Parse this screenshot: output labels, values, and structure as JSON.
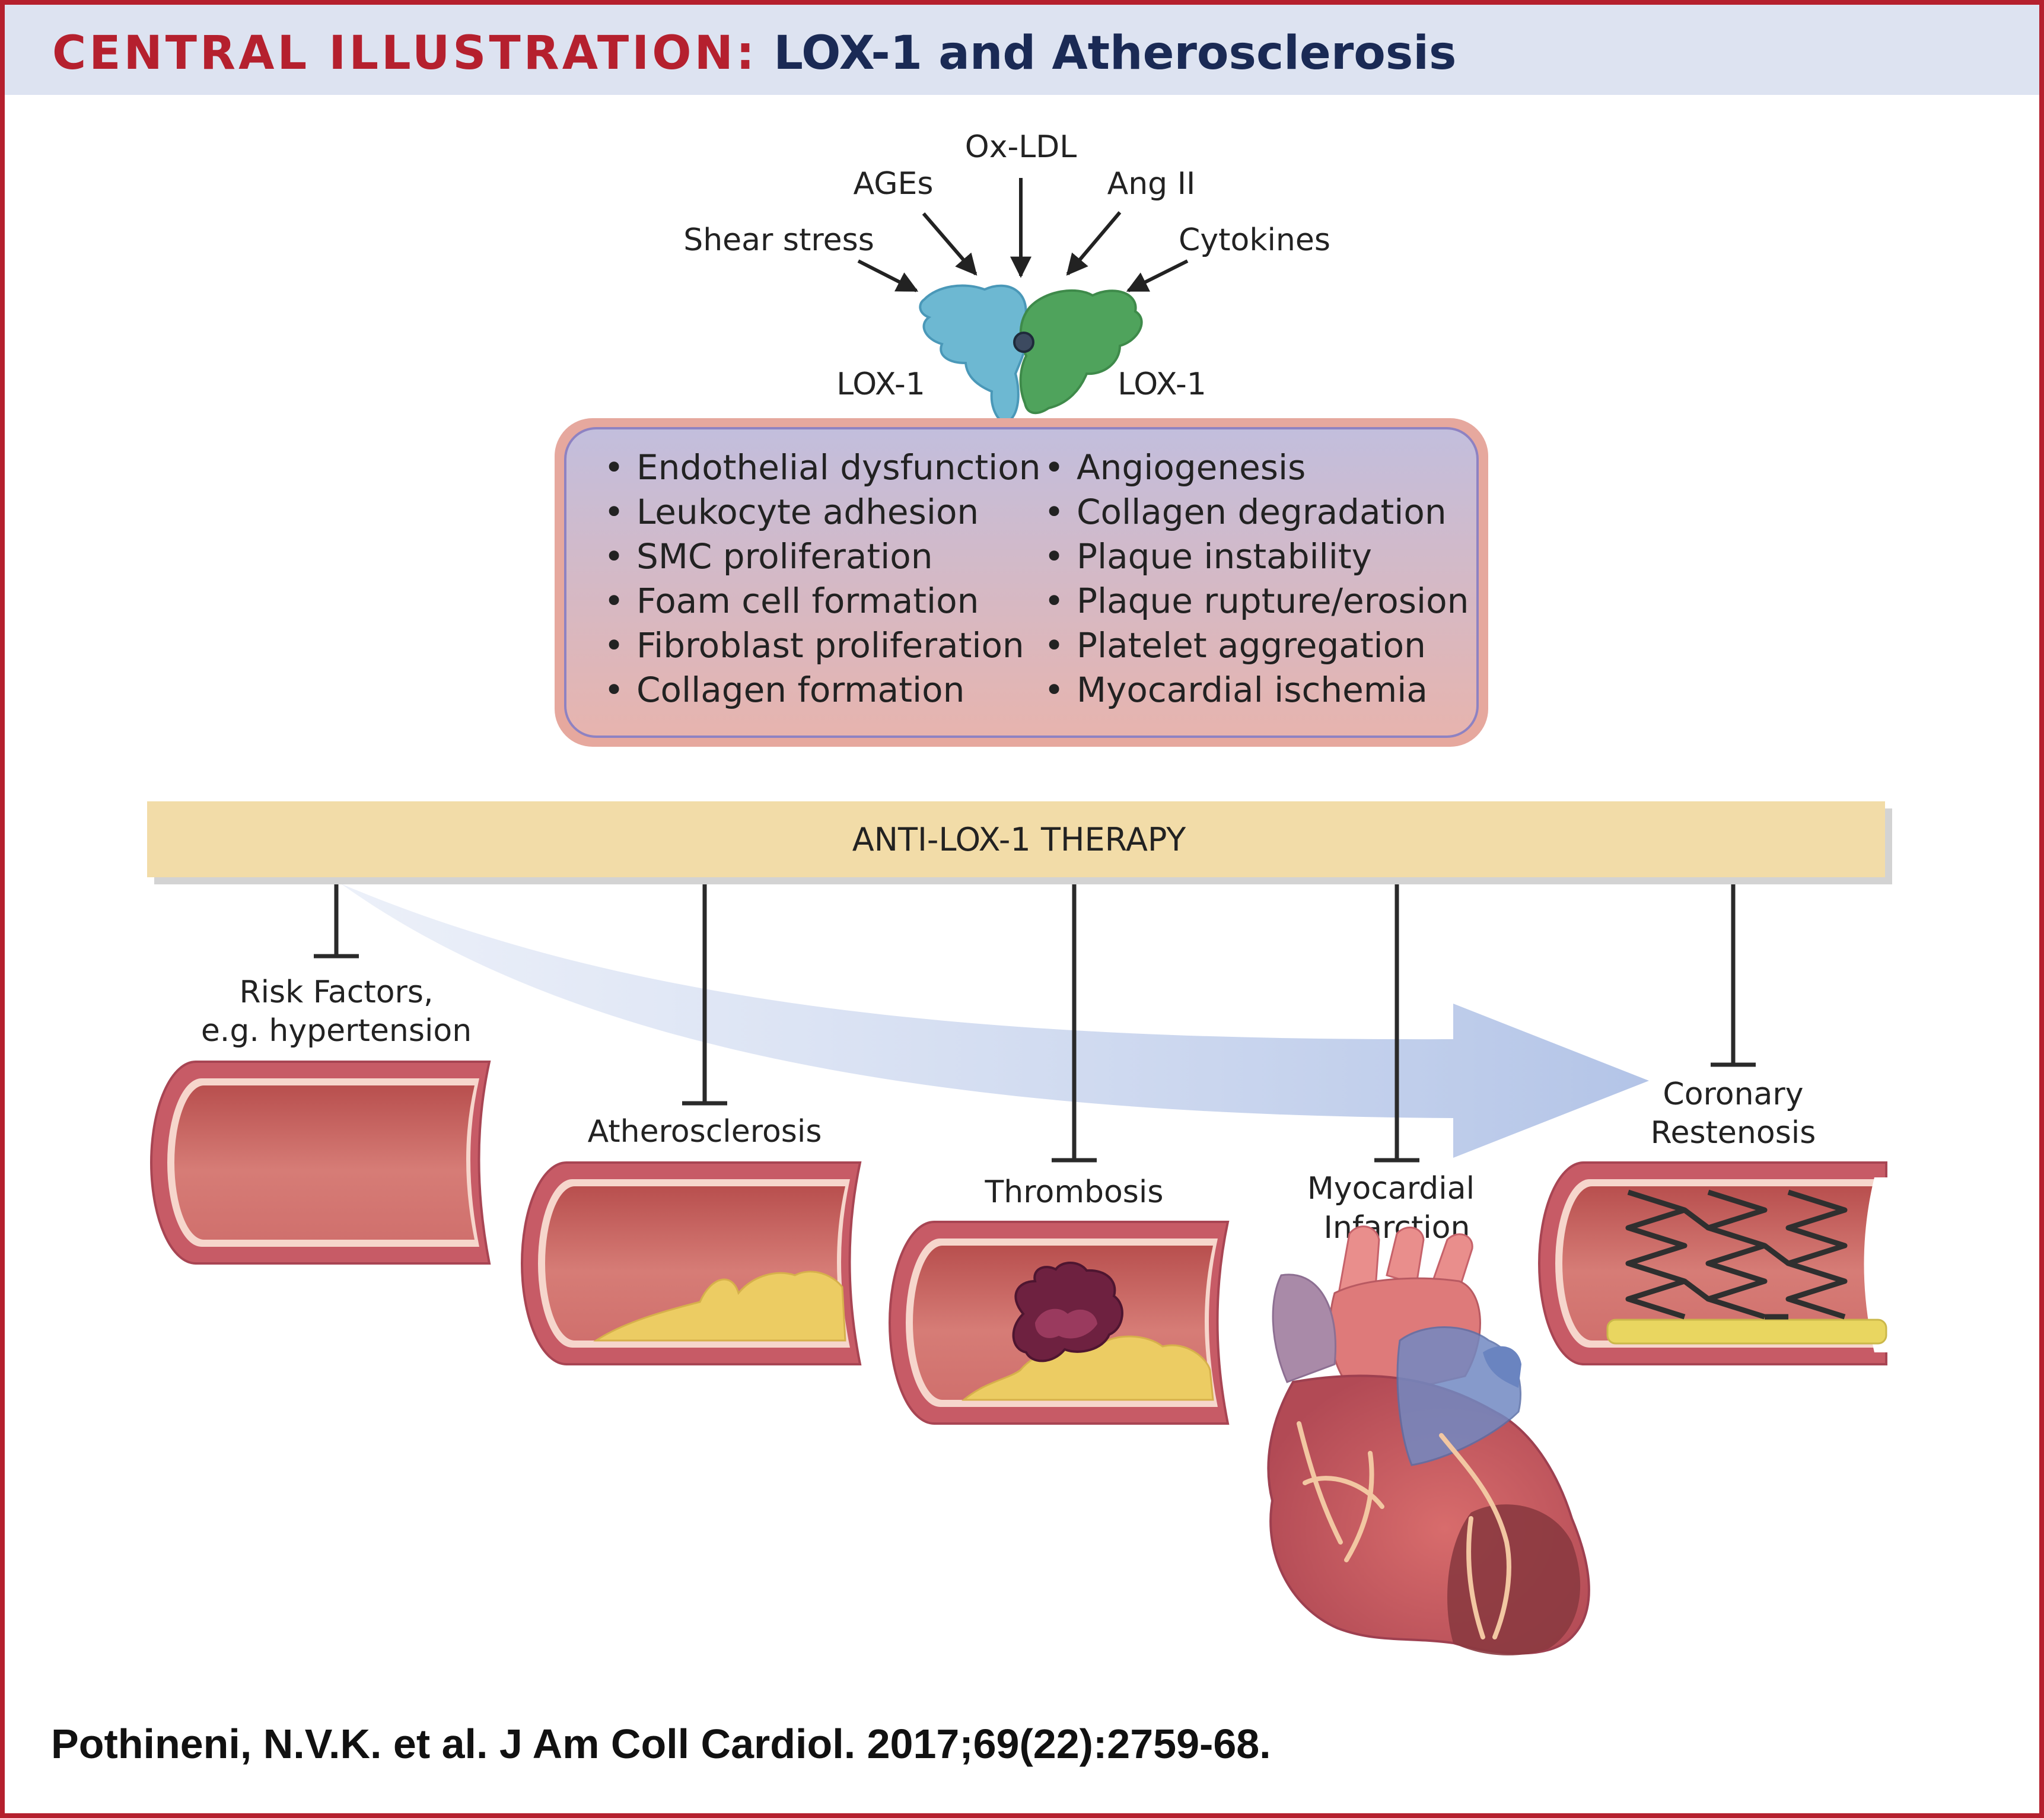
{
  "header": {
    "label": "CENTRAL ILLUSTRATION:",
    "title": "LOX-1 and Atherosclerosis"
  },
  "stimuli": [
    "Shear stress",
    "AGEs",
    "Ox-LDL",
    "Ang II",
    "Cytokines"
  ],
  "receptor": {
    "left_label": "LOX-1",
    "right_label": "LOX-1"
  },
  "effects": {
    "left": [
      "Endothelial dysfunction",
      "Leukocyte adhesion",
      "SMC proliferation",
      "Foam cell formation",
      "Fibroblast proliferation",
      "Collagen formation"
    ],
    "right": [
      "Angiogenesis",
      "Collagen degradation",
      "Plaque instability",
      "Plaque rupture/erosion",
      "Platelet aggregation",
      "Myocardial ischemia"
    ]
  },
  "therapy": {
    "label": "ANTI-LOX-1 THERAPY"
  },
  "stages": {
    "risk_factors": [
      "Risk Factors,",
      "e.g. hypertension"
    ],
    "atherosclerosis": "Atherosclerosis",
    "thrombosis": "Thrombosis",
    "myocardial_infarction": [
      "Myocardial",
      "Infarction"
    ],
    "coronary_restenosis": [
      "Coronary",
      "Restenosis"
    ]
  },
  "citation": "Pothineni, N.V.K. et al. J Am Coll Cardiol. 2017;69(22):2759-68.",
  "colors": {
    "frame_red": "#b5202e",
    "header_band": "#dde3f1",
    "header_title_navy": "#1a2a55",
    "therapy_bar": "#f2dca8",
    "progression_arrow": "#b8c8e8",
    "lox1_left_blue": "#6db8d2",
    "lox1_right_green": "#4fa35c",
    "vessel_wall": "#c75b66",
    "vessel_lumen": "#d77774",
    "plaque_yellow": "#eccc63",
    "thrombus_purple": "#6e2140"
  }
}
